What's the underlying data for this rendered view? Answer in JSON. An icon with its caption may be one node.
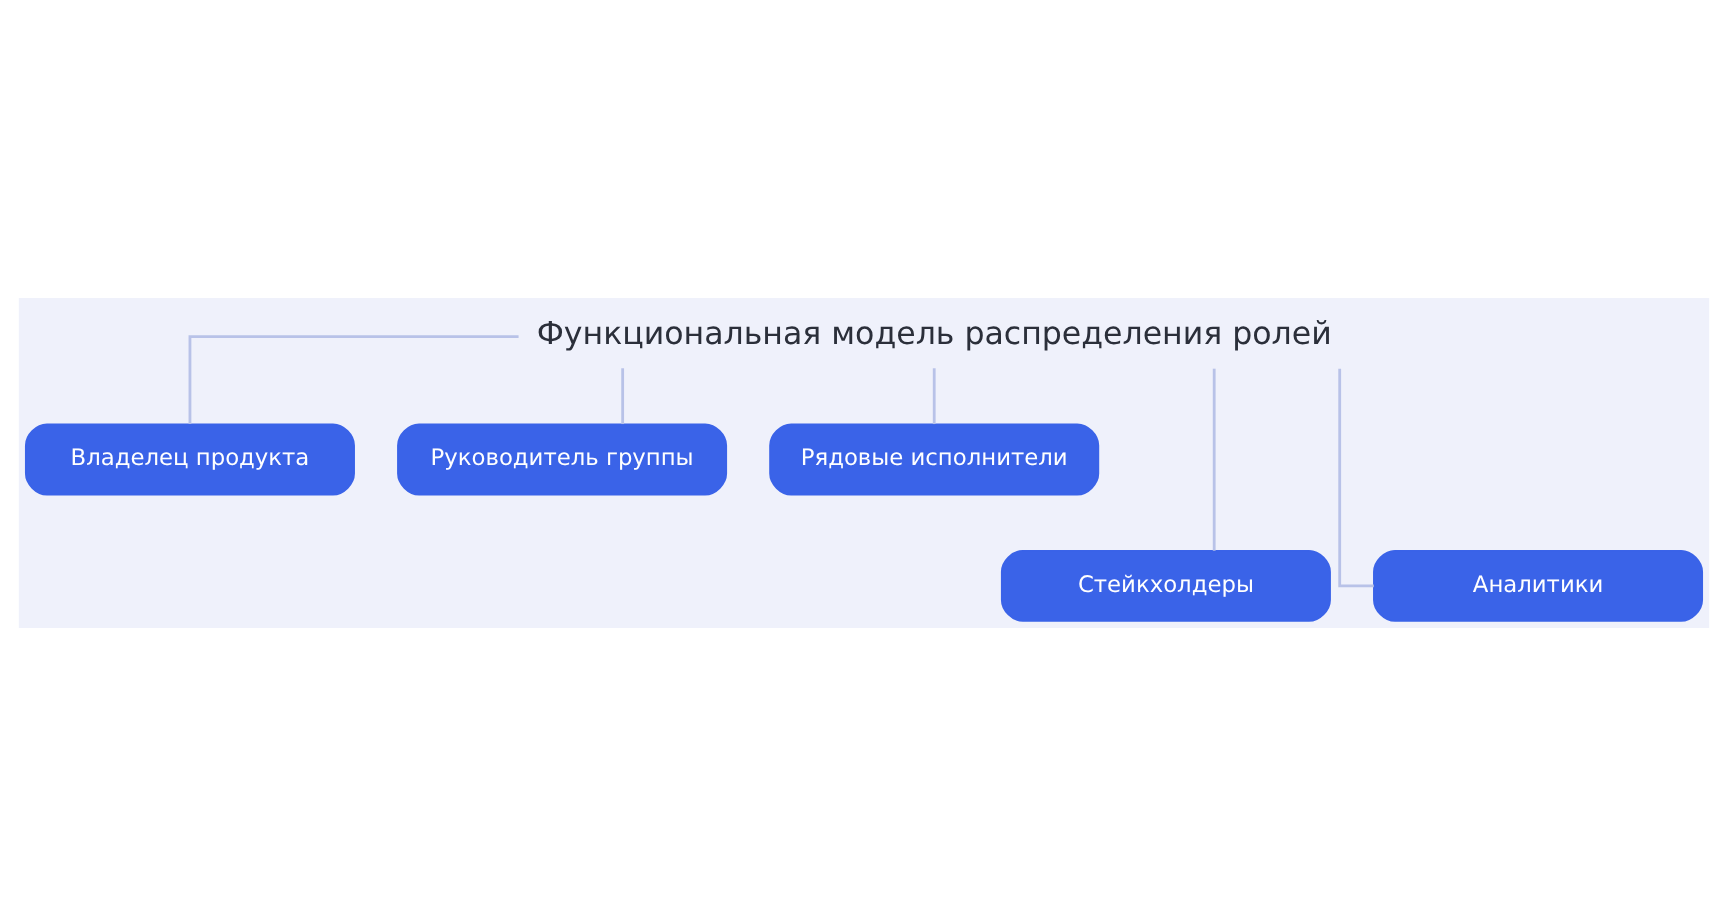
{
  "diagram": {
    "nodes": [
      {
        "text": [
          "Функциональная модель распределения ролей"
        ]
      },
      {
        "text": [
          "Владелец продукта"
        ]
      },
      {
        "text": [
          "Руководитель группы"
        ]
      },
      {
        "text": [
          "Рядовые исполнители"
        ]
      },
      {
        "text": [
          "Стейкхолдеры"
        ]
      },
      {
        "text": [
          "Аналитики"
        ]
      }
    ],
    "edges": [
      {
        "from": 0,
        "to": 1,
        "arrow": "none"
      },
      {
        "from": 0,
        "to": 4,
        "arrow": "none"
      },
      {
        "from": 0,
        "to": 2,
        "arrow": "none"
      },
      {
        "from": 0,
        "to": 5,
        "arrow": "none"
      },
      {
        "from": 0,
        "to": 3,
        "arrow": "none"
      }
    ]
  }
}
